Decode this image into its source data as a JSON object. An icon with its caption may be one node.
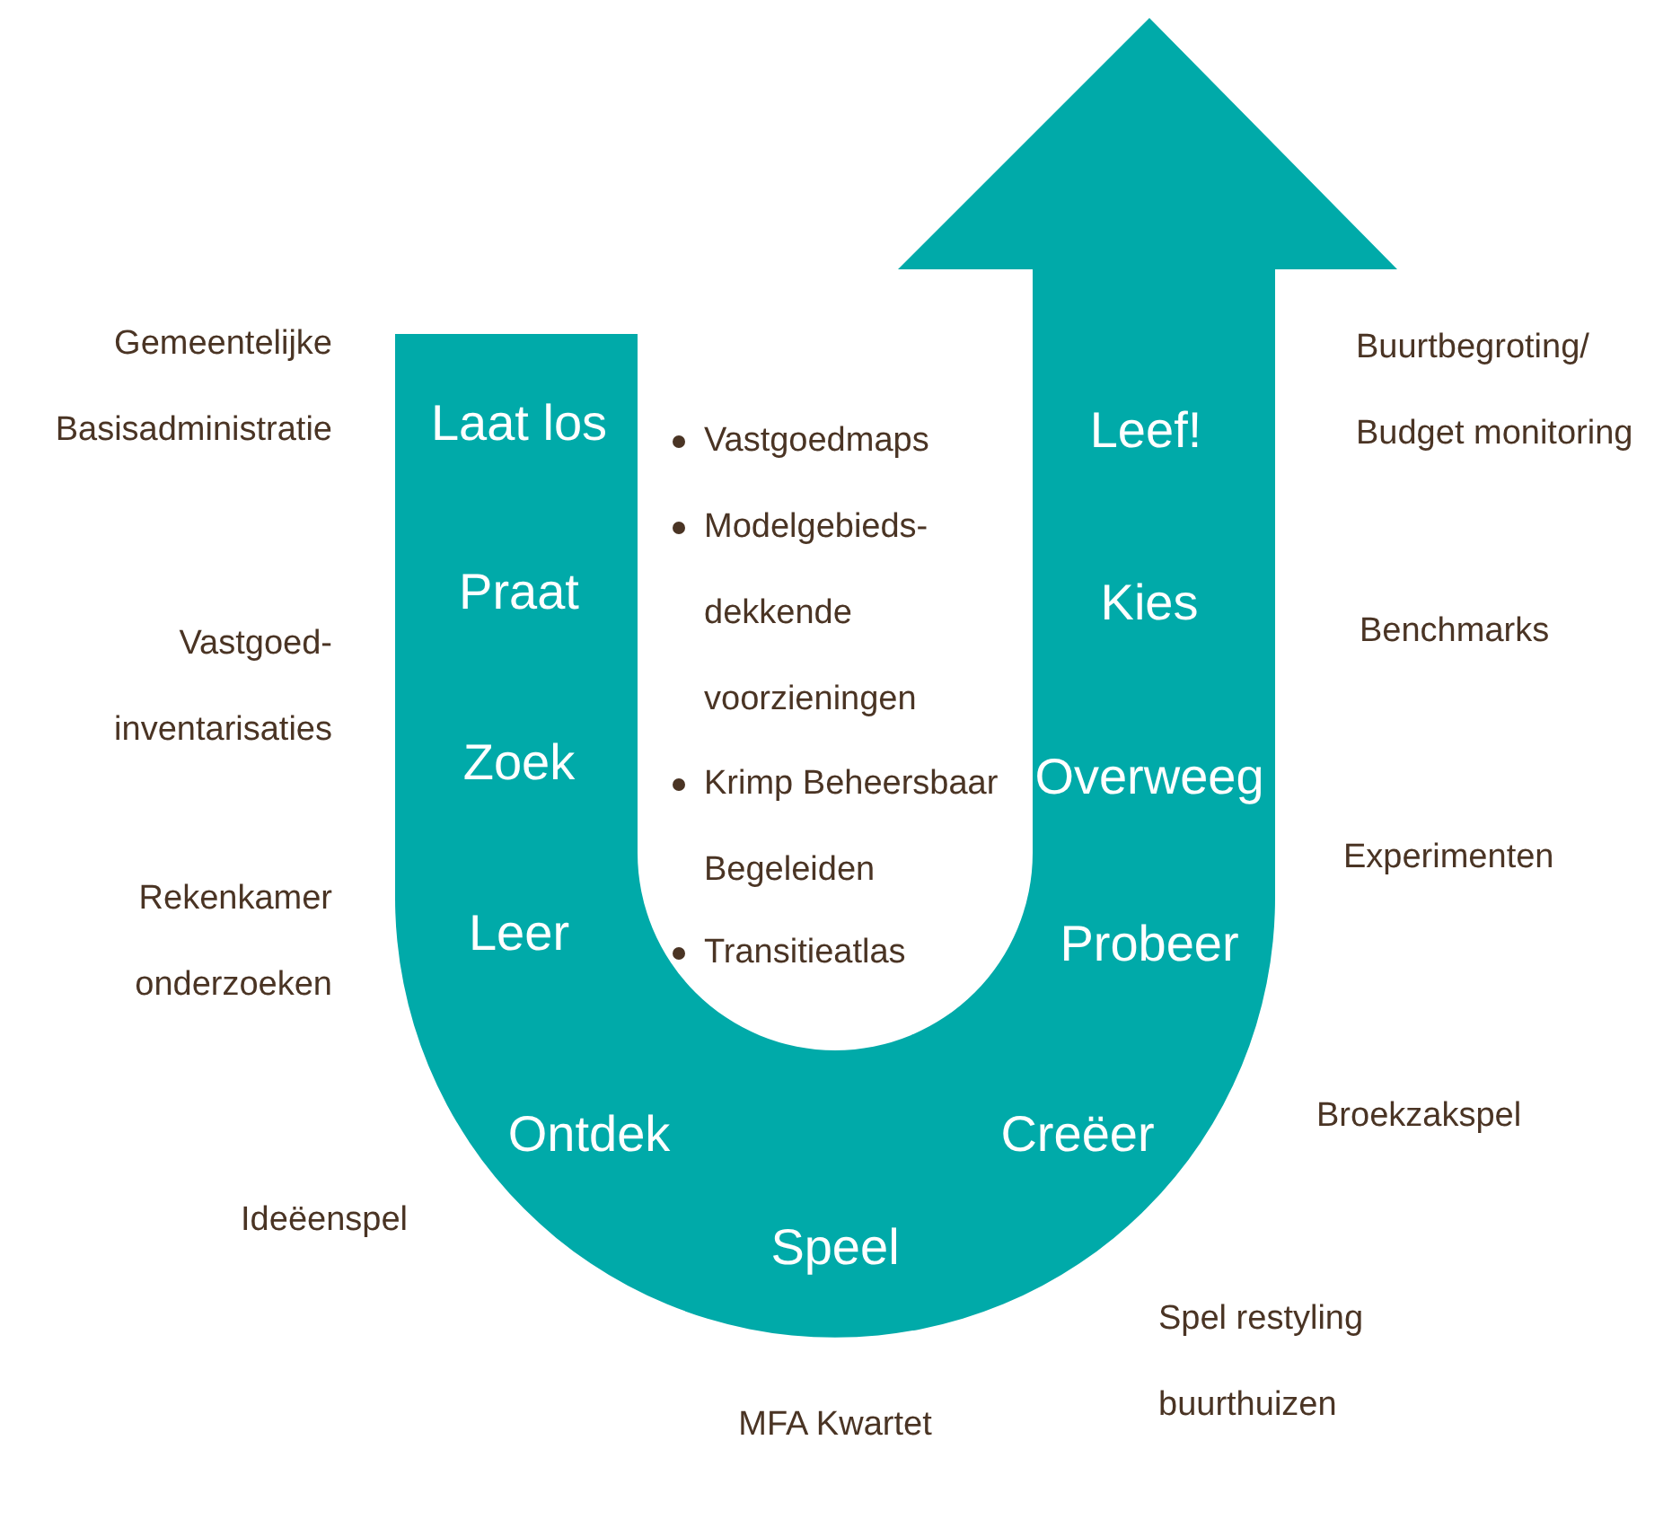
{
  "diagram": {
    "nodes": [
      {
        "text": [
          "Laat los",
          "Praat",
          "Zoek",
          "Leer",
          "Ontdek",
          "Speel",
          "Creëer",
          "Probeer",
          "Overweeg",
          "Kies",
          "Leef!"
        ]
      }
    ],
    "edges": [],
    "labels": [
      "Gemeentelijke Basisadministratie",
      "Vastgoedmaps",
      "Modelgebieds- dekkende voorzieningen",
      "Krimp Beheersbaar Begeleiden",
      "Transitieatlas",
      "Buurtbegroting/ Budget monitoring",
      "Benchmarks",
      "Vastgoed- inventarisaties",
      "Experimenten",
      "Rekenkamer onderzoeken",
      "Broekzakspel",
      "Ideëenspel",
      "Spel restyling buurthuizen",
      "MFA Kwartet"
    ]
  }
}
